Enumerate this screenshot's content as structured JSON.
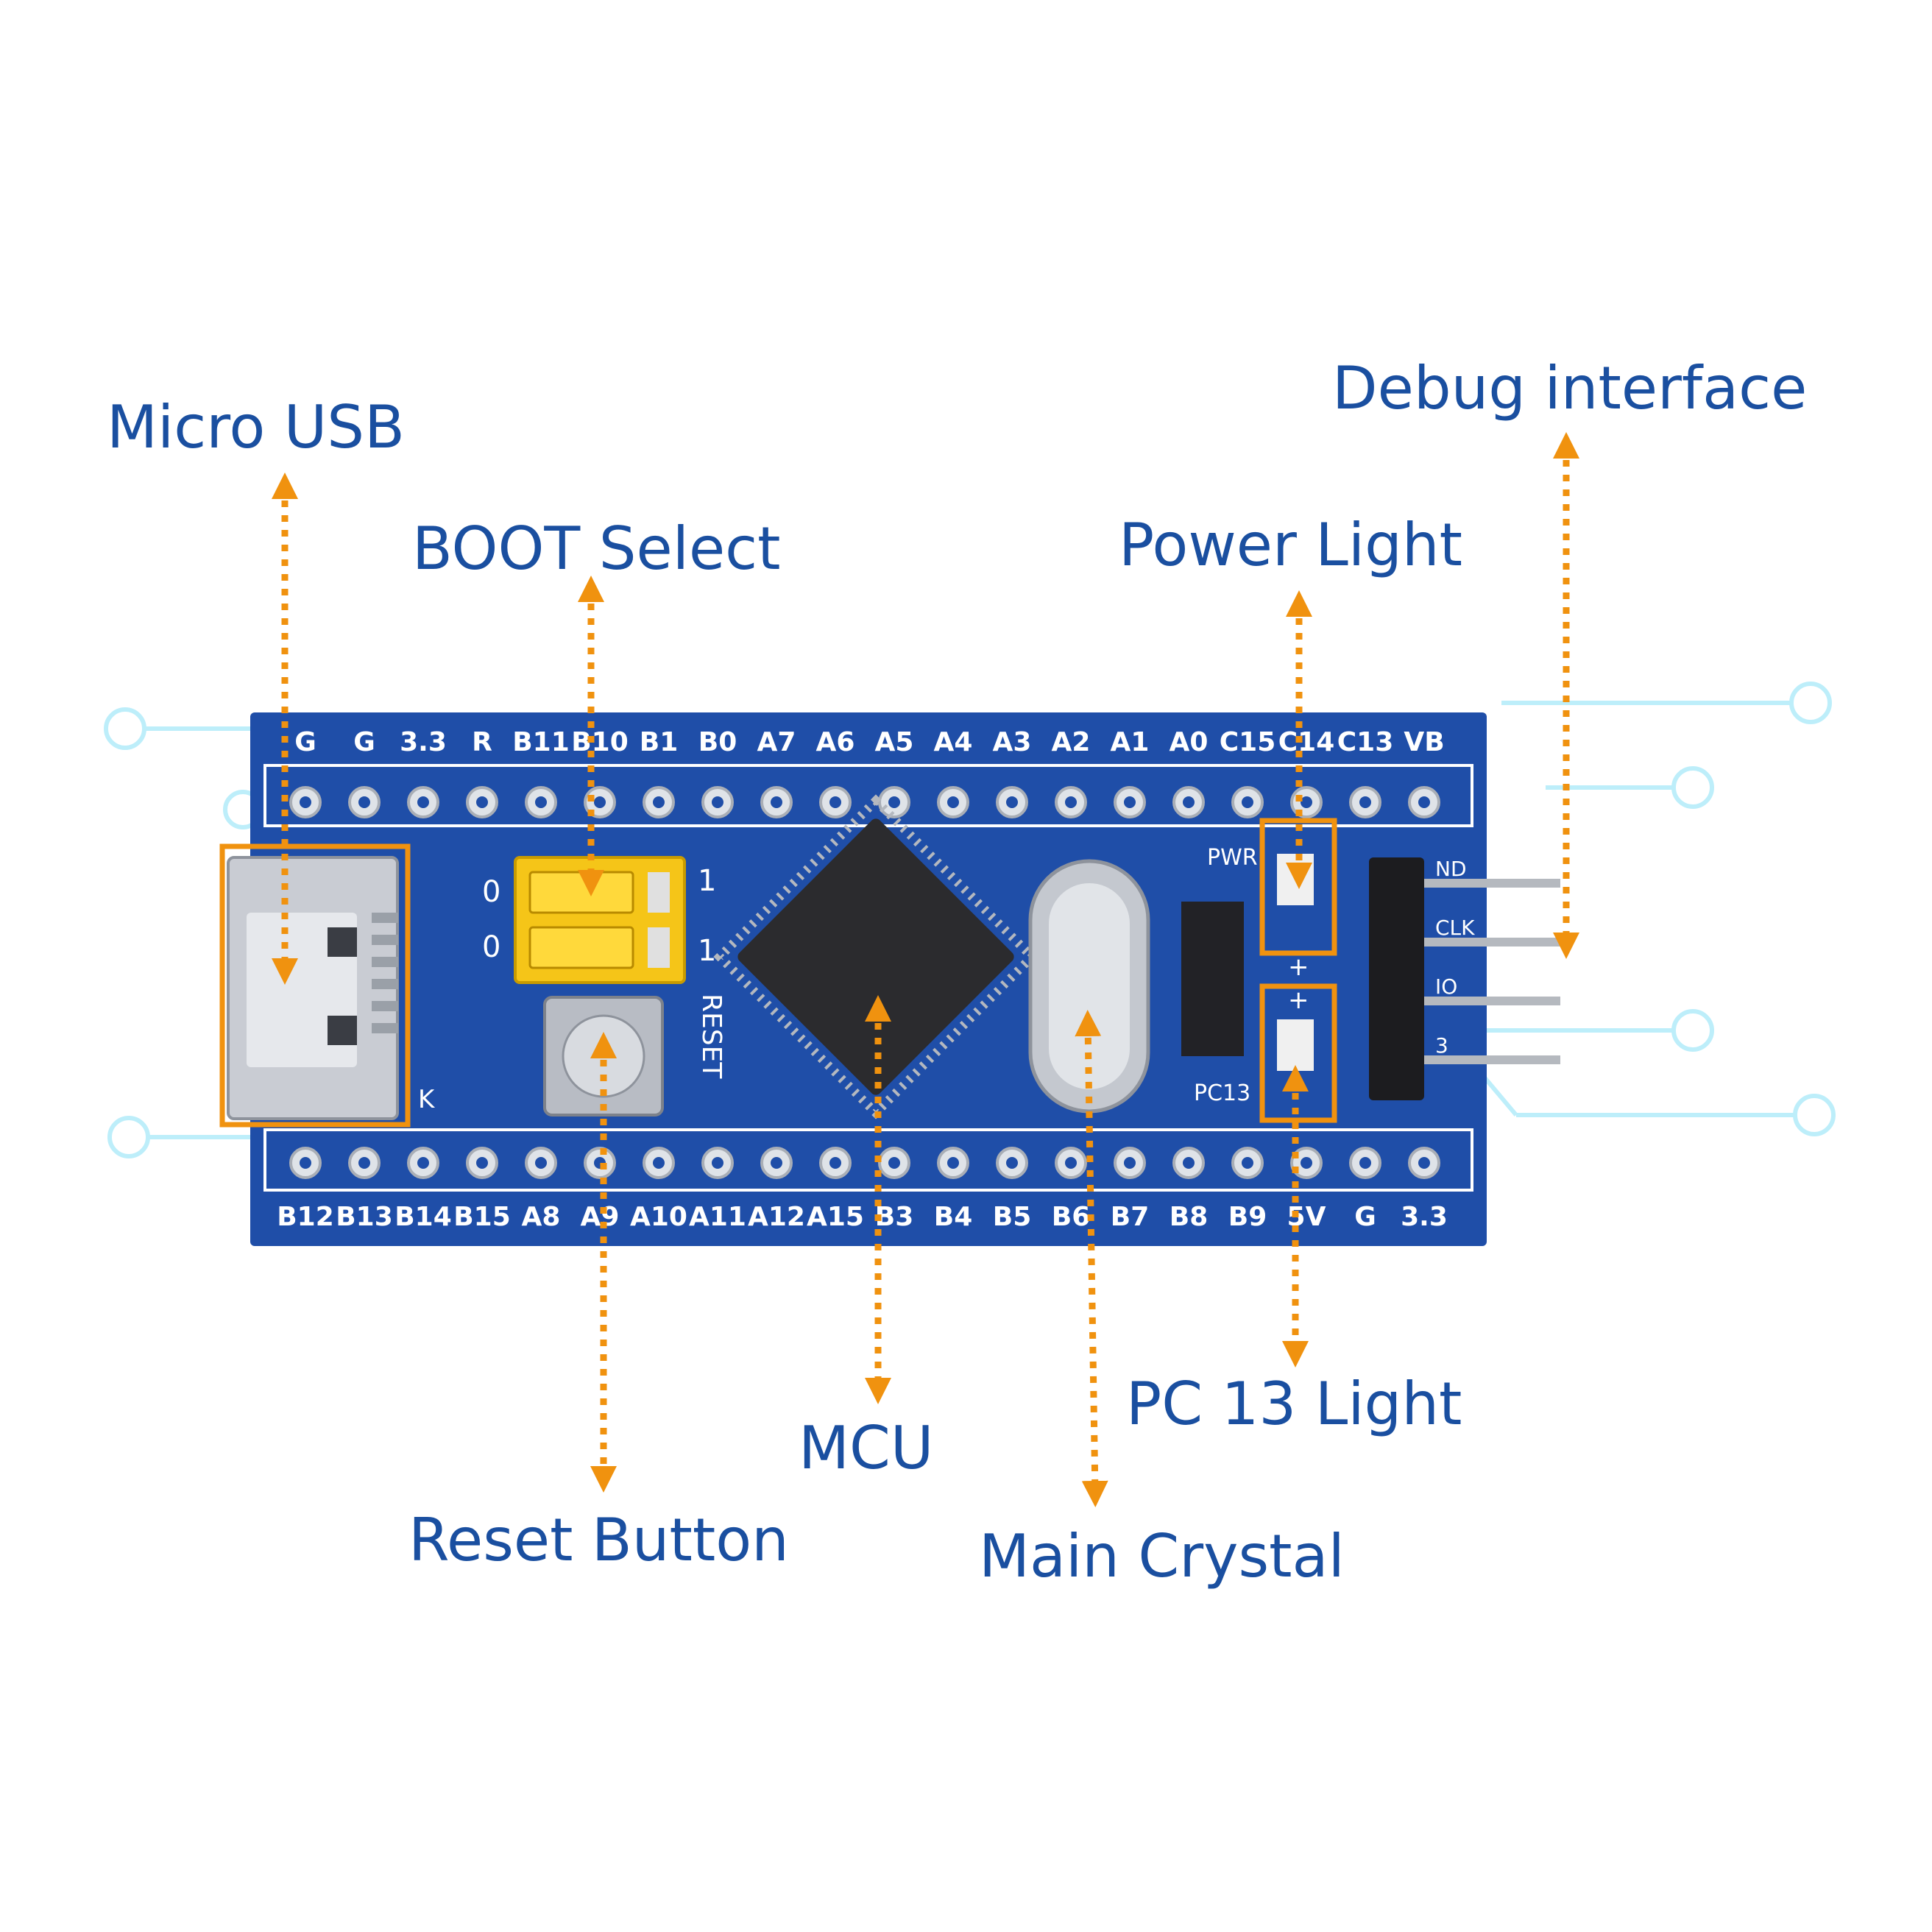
{
  "callouts": {
    "micro_usb": "Micro USB",
    "boot_select": "BOOT Select",
    "power_light": "Power Light",
    "debug_interface": "Debug interface",
    "reset_button": "Reset Button",
    "mcu": "MCU",
    "pc13_light": "PC 13 Light",
    "main_crystal": "Main Crystal"
  },
  "board": {
    "top_pins": [
      "G",
      "G",
      "3.3",
      "R",
      "B11",
      "B10",
      "B1",
      "B0",
      "A7",
      "A6",
      "A5",
      "A4",
      "A3",
      "A2",
      "A1",
      "A0",
      "C15",
      "C14",
      "C13",
      "VB"
    ],
    "bottom_pins": [
      "B12",
      "B13",
      "B14",
      "B15",
      "A8",
      "A9",
      "A10",
      "A11",
      "A12",
      "A15",
      "B3",
      "B4",
      "B5",
      "B6",
      "B7",
      "B8",
      "B9",
      "5V",
      "G",
      "3.3"
    ],
    "boot_jumper_labels": {
      "row0_left": "0",
      "row0_right": "1",
      "row1_left": "0",
      "row1_right": "1"
    },
    "reset_silk": "RESET",
    "pwr_silk": "PWR",
    "pc13_silk": "PC13",
    "debug_header_silk": [
      "ND",
      "CLK",
      "IO",
      "3"
    ],
    "plus_marks": [
      "+",
      "+"
    ],
    "usb_corner_silk": "K"
  },
  "colors": {
    "label_text": "#1a4fa0",
    "arrow": "#f0920f",
    "highlight_box": "#f0920f",
    "pcb": "#1f4ea8",
    "silkscreen": "#ffffff",
    "jumper": "#f5c518",
    "circuit_decor": "#bdeefa"
  }
}
